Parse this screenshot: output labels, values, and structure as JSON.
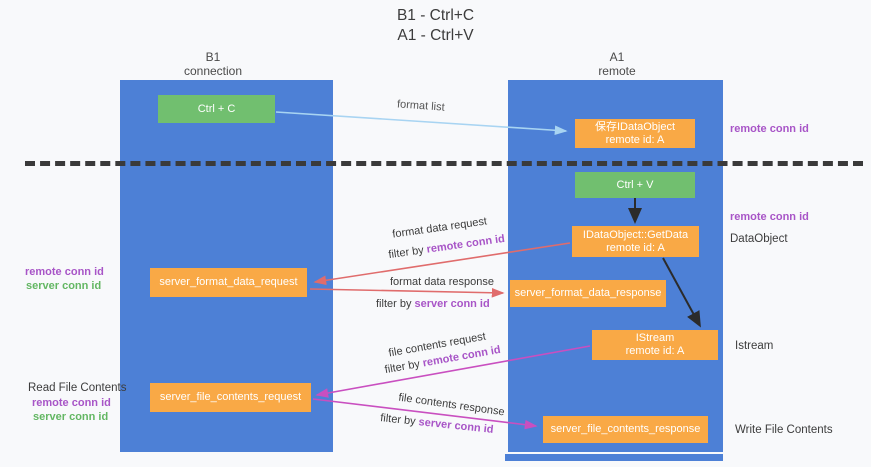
{
  "title": {
    "line1": "B1 - Ctrl+C",
    "line2": "A1 - Ctrl+V"
  },
  "columns": {
    "left": {
      "name": "B1",
      "sub": "connection"
    },
    "right": {
      "name": "A1",
      "sub": "remote"
    }
  },
  "nodes": {
    "ctrl_c": "Ctrl + C",
    "ctrl_v": "Ctrl + V",
    "save_dataobject": {
      "line1": "保存IDataObject",
      "line2": "remote id: A"
    },
    "getdata": {
      "line1": "IDataObject::GetData",
      "line2": "remote id: A"
    },
    "istream": {
      "line1": "IStream",
      "line2": "remote id: A"
    },
    "format_request": "server_format_data_request",
    "format_response": "server_format_data_response",
    "file_request": "server_file_contents_request",
    "file_response": "server_file_contents_response"
  },
  "labels": {
    "remote_conn_id": "remote conn id",
    "server_conn_id": "server conn id",
    "dataobject": "DataObject",
    "istream": "Istream",
    "read_file_contents": "Read File Contents",
    "write_file_contents": "Write File Contents"
  },
  "arrow_labels": {
    "format_list": "format list",
    "format_data_request": "format data request",
    "format_data_response": "format data response",
    "file_contents_request": "file contents request",
    "file_contents_response": "file contents response",
    "filter_by": "filter by "
  },
  "colors": {
    "column_blue": "#4d80d6",
    "box_orange": "#f9a946",
    "box_green": "#71bf6f",
    "purple_label": "#a855c7",
    "green_label": "#63b763",
    "arrow_red": "#e06c6c",
    "arrow_magenta": "#c94fc0",
    "arrow_lightblue": "#a8d4f2",
    "arrow_black": "#2b2b2b"
  }
}
